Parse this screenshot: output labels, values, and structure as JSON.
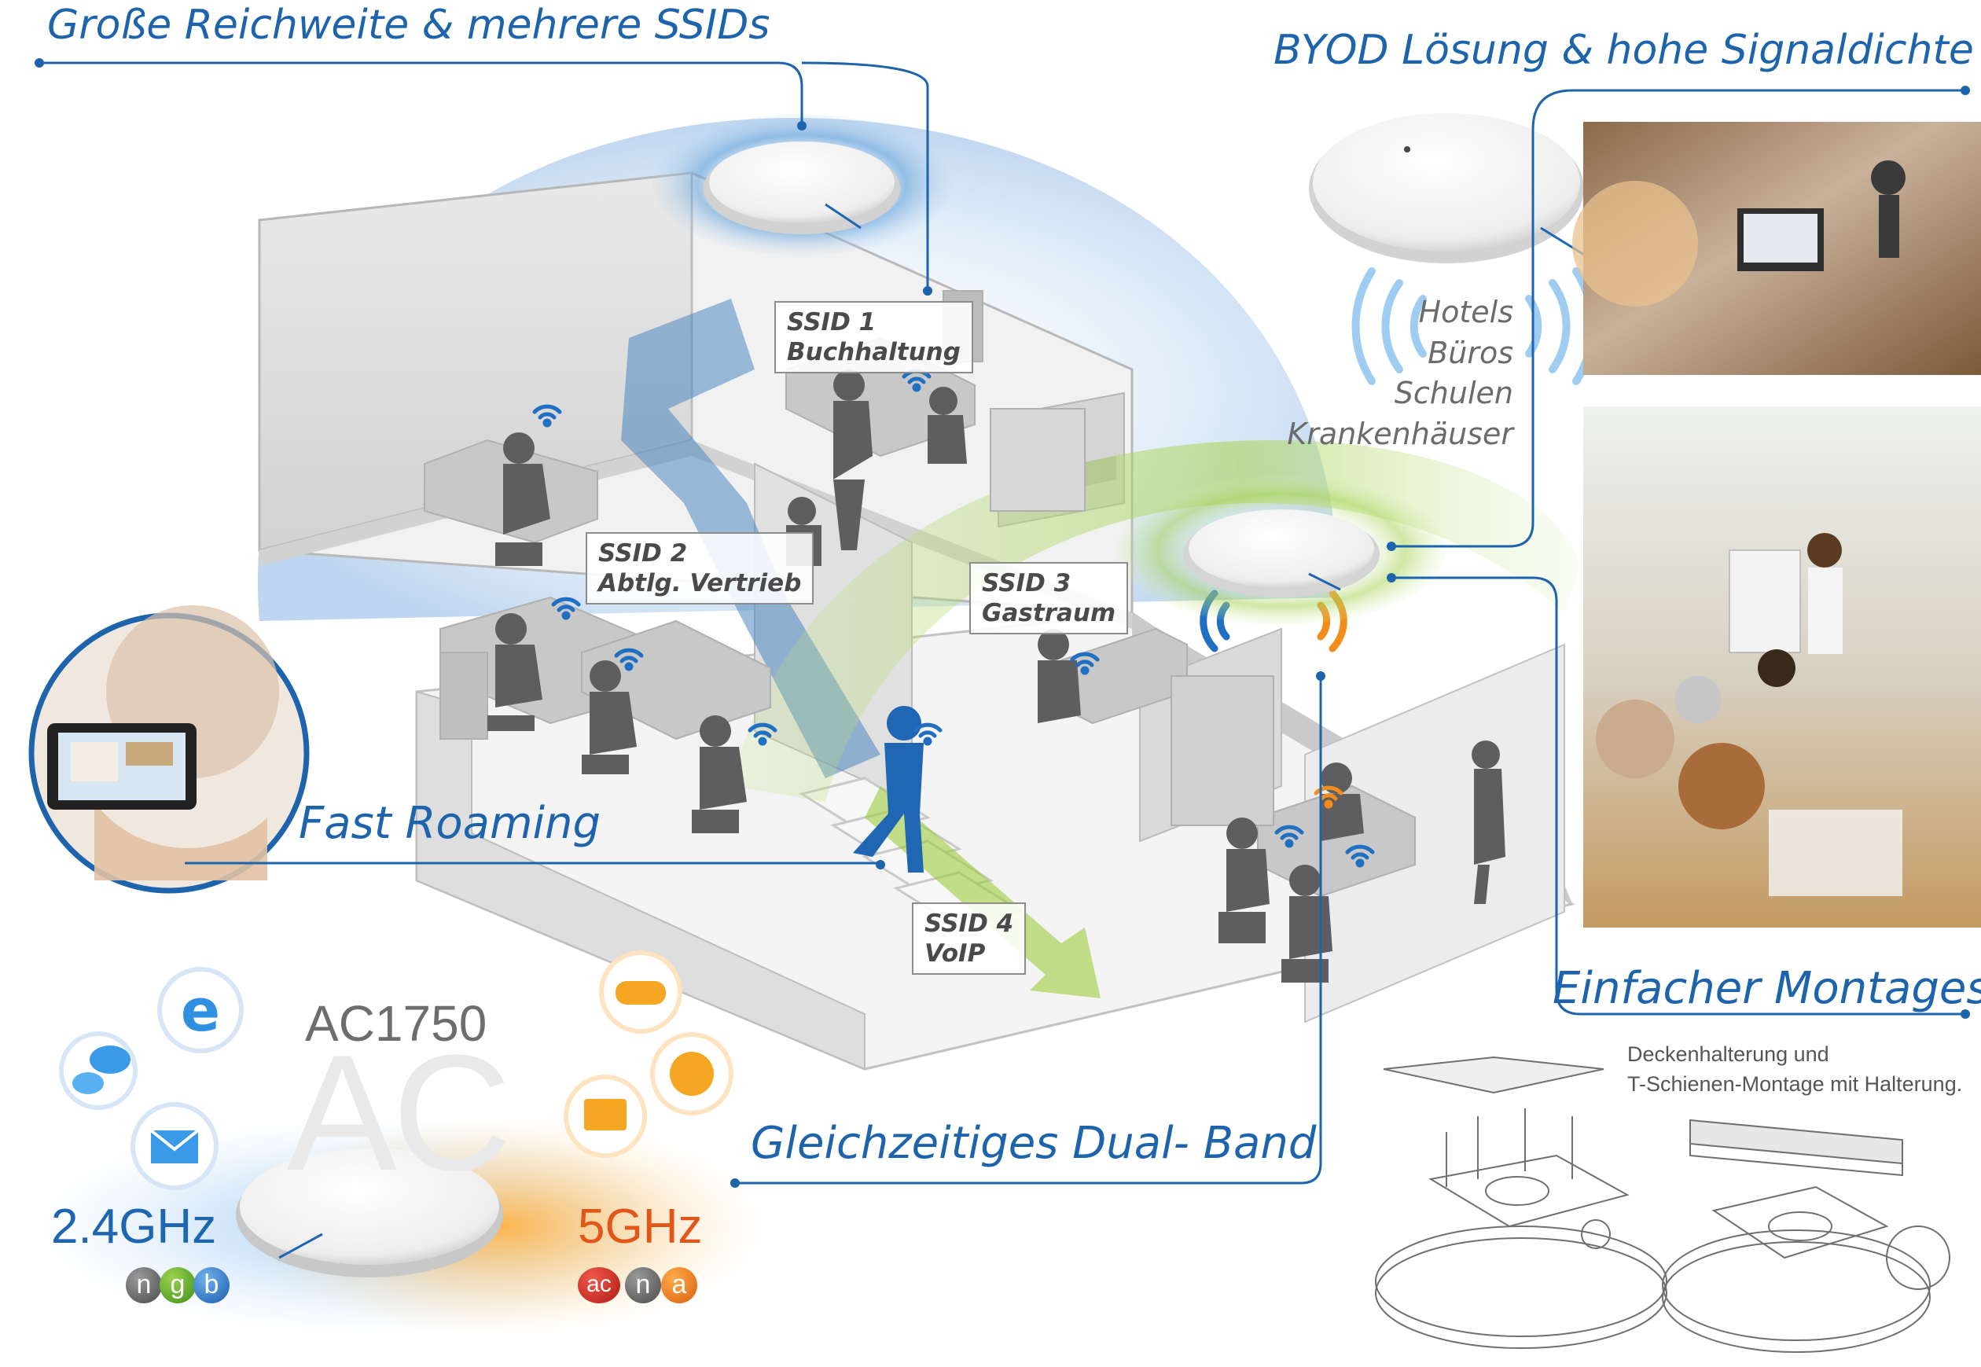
{
  "headlines": {
    "range_ssids": "Große Reichweite & mehrere SSIDs",
    "byod": "BYOD Lösung & hohe Signaldichte",
    "fast_roaming": "Fast Roaming",
    "dual_band": "Gleichzeitiges Dual- Band",
    "mounting": "Einfacher Montagesatz"
  },
  "use_cases": [
    "Hotels",
    "Büros",
    "Schulen",
    "Krankenhäuser"
  ],
  "ssids": [
    {
      "name": "SSID 1",
      "dept": "Buchhaltung"
    },
    {
      "name": "SSID 2",
      "dept": "Abtlg. Vertrieb"
    },
    {
      "name": "SSID 3",
      "dept": "Gastraum"
    },
    {
      "name": "SSID 4",
      "dept": "VoIP"
    }
  ],
  "product": {
    "model": "AC1750",
    "standard_logo": "AC"
  },
  "bands": {
    "low": {
      "label": "2.4GHz",
      "standards": [
        "n",
        "g",
        "b"
      ]
    },
    "high": {
      "label": "5GHz",
      "standards": [
        "ac",
        "n",
        "a"
      ]
    }
  },
  "mount_note": [
    "Deckenhalterung  und",
    "T-Schienen-Montage mit Halterung."
  ],
  "icon_names": {
    "low_band_apps": [
      "internet-explorer-icon",
      "chat-icon",
      "email-icon"
    ],
    "high_band_apps": [
      "gamepad-icon",
      "voip-globe-icon",
      "iptv-icon"
    ]
  },
  "colors": {
    "brand_blue": "#1d64ac",
    "band_24": "#1d66b2",
    "band_5": "#e2561a",
    "wifi_blue": "#1f6fc2",
    "wifi_orange": "#f28c1a",
    "coverage_green": "#9ccc3c"
  }
}
